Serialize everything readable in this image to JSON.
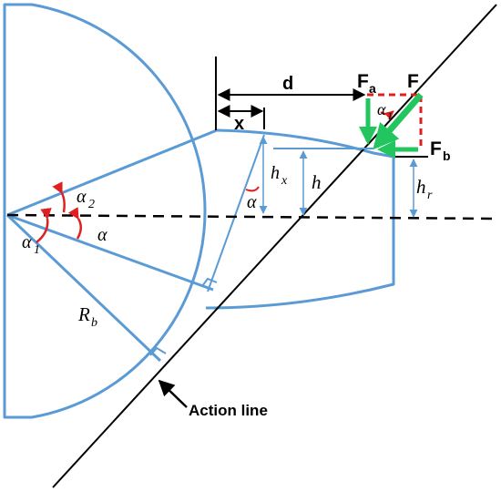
{
  "labels": {
    "d": "d",
    "x": "x",
    "Fa_main": "F",
    "Fa_sub": "a",
    "F": "F",
    "Fb_main": "F",
    "Fb_sub": "b",
    "hx_main": "h",
    "hx_sub": "x",
    "h": "h",
    "hr_main": "h",
    "hr_sub": "r",
    "alpha": "α",
    "alpha_small": "α",
    "alpha1_main": "α",
    "alpha1_sub": "1",
    "alpha2_main": "α",
    "alpha2_sub": "2",
    "alpha1_force_main": "α",
    "alpha1_force_sub": "1",
    "Rb_main": "R",
    "Rb_sub": "b",
    "action_line": "Action line"
  },
  "colors": {
    "outline": "#5b9bd5",
    "force_arrow": "#22c55e",
    "force_box": "#e02020",
    "angle_arc": "#e02020",
    "text": "#000000"
  }
}
